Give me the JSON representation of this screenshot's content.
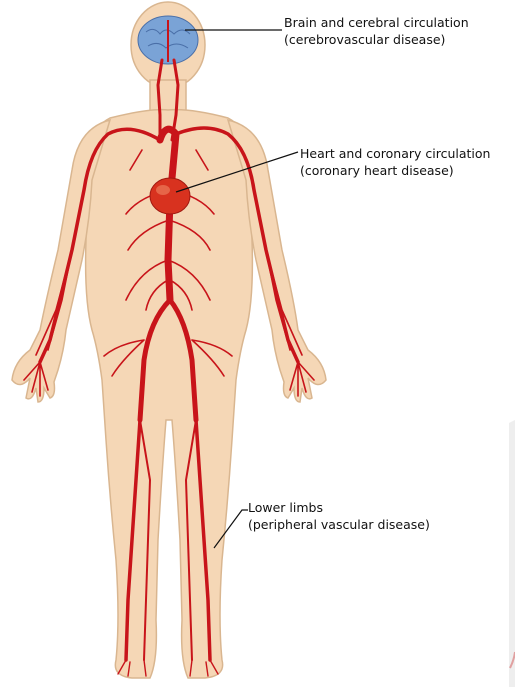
{
  "labels": {
    "brain": {
      "line1": "Brain and cerebral circulation",
      "line2": "(cerebrovascular disease)"
    },
    "heart": {
      "line1": "Heart and coronary circulation",
      "line2": "(coronary heart disease)"
    },
    "limbs": {
      "line1": "Lower limbs",
      "line2": "(peripheral vascular disease)"
    }
  },
  "colors": {
    "skin": "#f5d7b6",
    "skin_outline": "#d9b690",
    "artery": "#c8141a",
    "brain": "#7aa3d6",
    "heart": "#d8321f",
    "leader_line": "#111111"
  }
}
